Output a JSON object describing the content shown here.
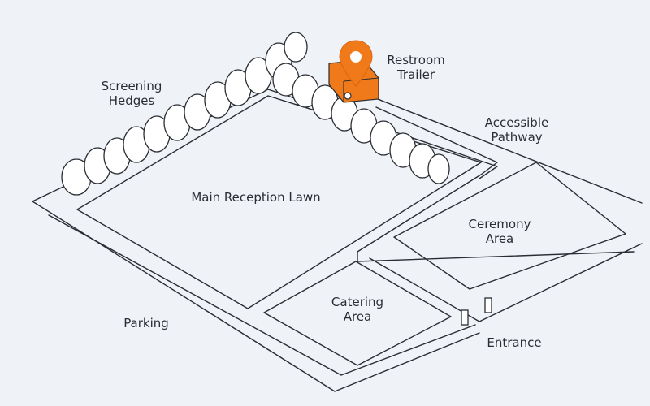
{
  "map": {
    "labels": {
      "screening_hedges": [
        "Screening",
        "Hedges"
      ],
      "restroom_trailer": [
        "Restroom",
        "Trailer"
      ],
      "accessible_pathway": [
        "Accessible",
        "Pathway"
      ],
      "main_reception_lawn": "Main Reception Lawn",
      "ceremony_area": [
        "Ceremony",
        "Area"
      ],
      "catering_area": [
        "Catering",
        "Area"
      ],
      "parking": "Parking",
      "entrance": "Entrance"
    },
    "icons": {
      "marker": "map-pin-icon",
      "trailer": "restroom-trailer-icon",
      "hedges": "hedge-row-icon",
      "posts": "entrance-post-icon"
    },
    "colors": {
      "background": "#eff3f8",
      "line": "#2a2d33",
      "accent": "#f07a1a"
    }
  }
}
